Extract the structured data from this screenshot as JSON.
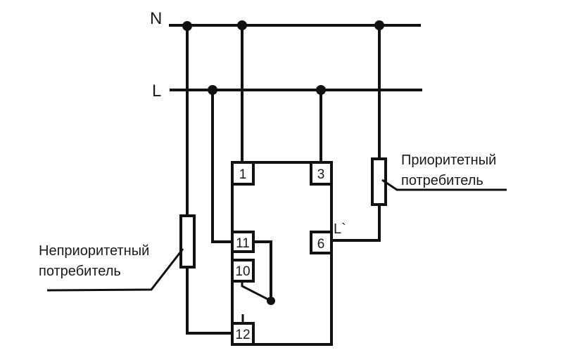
{
  "bus_lines": [
    {
      "id": "N",
      "label": "N"
    },
    {
      "id": "L",
      "label": "L"
    }
  ],
  "relay": {
    "terminals": [
      {
        "id": "t1",
        "label": "1"
      },
      {
        "id": "t3",
        "label": "3"
      },
      {
        "id": "t11",
        "label": "11"
      },
      {
        "id": "t6",
        "label": "6"
      },
      {
        "id": "t10",
        "label": "10"
      },
      {
        "id": "t12",
        "label": "12"
      }
    ],
    "output_label": "L`"
  },
  "loads": {
    "priority": {
      "line1": "Приоритетный",
      "line2": "потребитель"
    },
    "non_priority": {
      "line1": "Неприоритетный",
      "line2": "потребитель"
    }
  }
}
